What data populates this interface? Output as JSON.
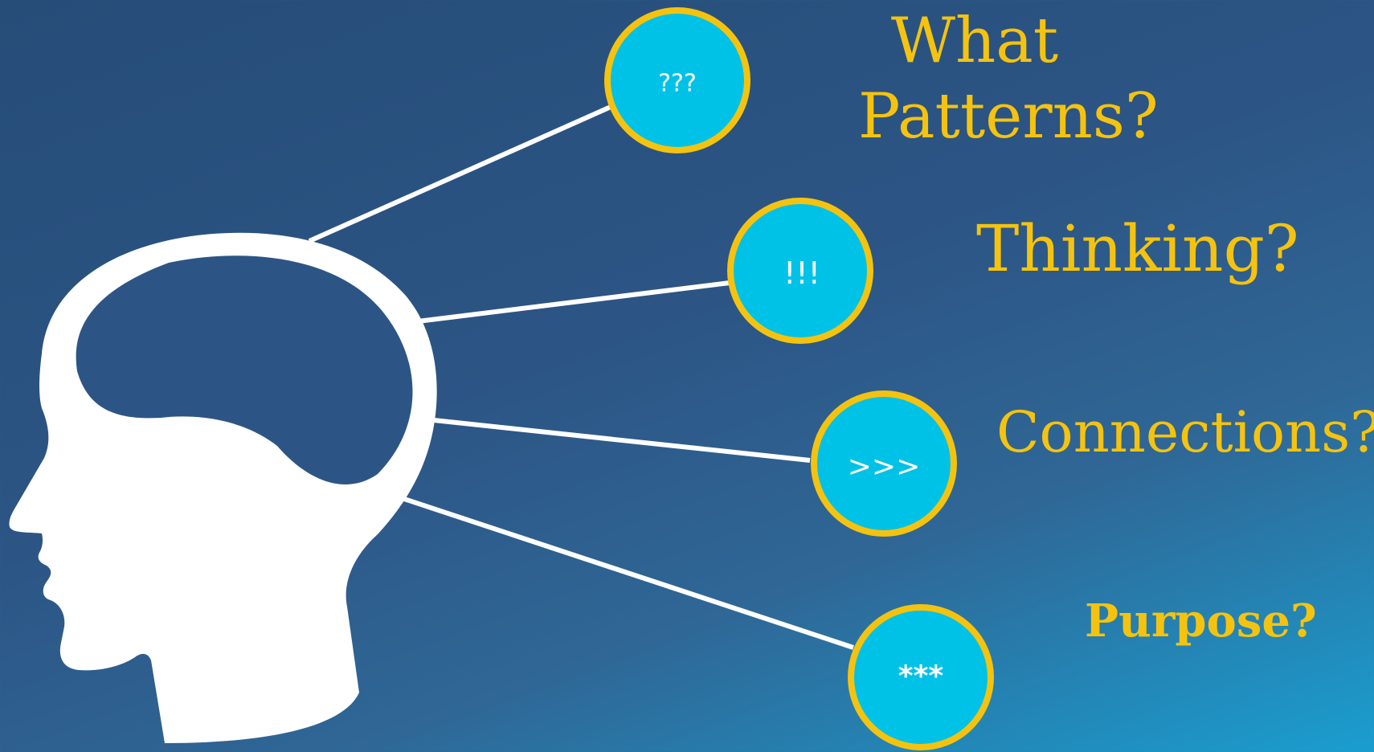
{
  "colors": {
    "background_top": "#264d78",
    "background_bottom_right": "#1a9ecf",
    "bubble_fill": "#00c2e6",
    "bubble_ring": "#f5c30f",
    "label_text": "#f5c30f",
    "head_and_lines": "#ffffff"
  },
  "icons": [
    "head-profile-icon",
    "brain-outline-icon"
  ],
  "bubbles": [
    {
      "symbol": "???"
    },
    {
      "symbol": "!!!"
    },
    {
      "symbol": ">>>"
    },
    {
      "symbol": "***"
    }
  ],
  "labels": {
    "patterns": "What Patterns?",
    "thinking": "Thinking?",
    "connections": "Connections?",
    "purpose": "Purpose?"
  }
}
